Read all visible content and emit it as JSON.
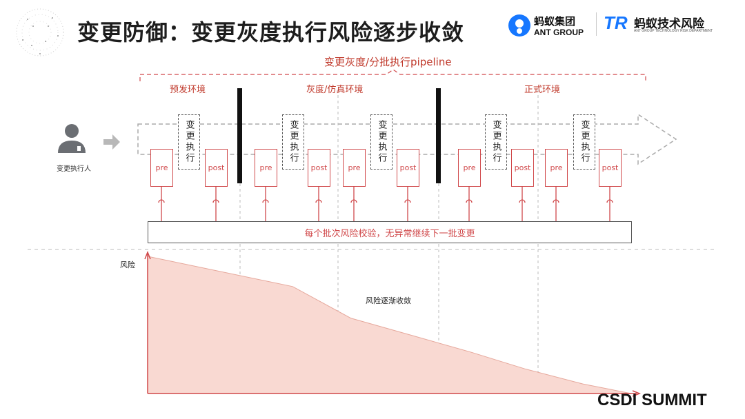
{
  "title": "变更防御：变更灰度执行风险逐步收敛",
  "logos": {
    "ant_group_cn": "蚂蚁集团",
    "ant_group_en": "ANT GROUP",
    "tr_mark": "TR",
    "risk_cn": "蚂蚁技术风险",
    "risk_en": "ANT GROUP TECHNOLOGY RISK DEPARTMENT"
  },
  "pipeline": {
    "title": "变更灰度/分批执行pipeline",
    "stages": [
      "预发环境",
      "灰度/仿真环境",
      "正式环境"
    ],
    "pre_label": "pre",
    "post_label": "post",
    "exec_label": "变更执行",
    "executor_label": "变更执行人",
    "bottom_bar": "每个批次风险校验，无异常继续下一批变更"
  },
  "risk_chart": {
    "ylabel": "风险",
    "annotation": "风险逐渐收敛"
  },
  "watermark": "CSDI SUMMIT",
  "colors": {
    "accent": "#d0484a",
    "area_fill": "#f9d9d2",
    "divider": "#111111",
    "ant_blue": "#1677ff"
  },
  "chart_data": {
    "type": "area",
    "title": "",
    "xlabel": "",
    "ylabel": "风险",
    "y_relative": [
      1.0,
      0.78,
      0.55,
      0.42,
      0.3,
      0.18,
      0.07,
      0.0
    ],
    "x_relative": [
      0,
      0.3,
      0.42,
      0.55,
      0.67,
      0.78,
      0.9,
      1.0
    ]
  }
}
